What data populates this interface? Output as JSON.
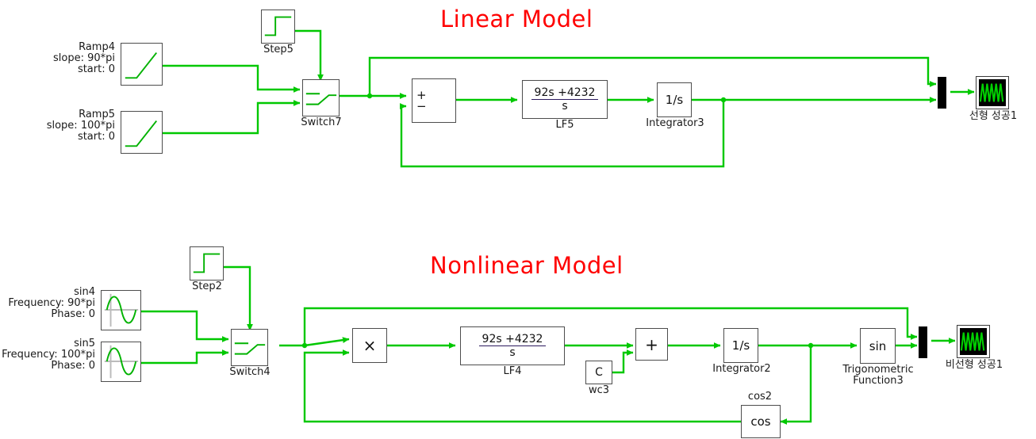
{
  "titles": {
    "linear": "Linear Model",
    "nonlinear": "Nonlinear Model",
    "color": "#ff0000"
  },
  "colors": {
    "signal_line": "#00c800",
    "block_border": "#4d4d4d",
    "scope_screen": "#000000",
    "scope_trace": "#00d000",
    "title_red": "#ff0000",
    "tf_bar": "#2b1a5e"
  },
  "linear_model": {
    "sources": [
      {
        "name": "Ramp4",
        "param1": "slope: 90*pi",
        "param2": "start: 0",
        "icon": "ramp-icon"
      },
      {
        "name": "Ramp5",
        "param1": "slope: 100*pi",
        "param2": "start: 0",
        "icon": "ramp-icon"
      }
    ],
    "step": {
      "name": "Step5",
      "icon": "step-icon"
    },
    "switch": {
      "name": "Switch7",
      "icon": "switch-icon"
    },
    "sum": {
      "name": "sum-block",
      "signs": [
        "+",
        "−"
      ]
    },
    "transfer_function": {
      "name": "LF5",
      "numerator": "92s +4232",
      "denominator": "s"
    },
    "integrator": {
      "name": "Integrator3",
      "expression": "1/s"
    },
    "mux": {
      "name": "mux-block"
    },
    "scope": {
      "name": "선형 성공1"
    }
  },
  "nonlinear_model": {
    "sources": [
      {
        "name": "sin4",
        "param1": "Frequency: 90*pi",
        "param2": "Phase: 0",
        "icon": "sine-icon"
      },
      {
        "name": "sin5",
        "param1": "Frequency: 100*pi",
        "param2": "Phase: 0",
        "icon": "sine-icon"
      }
    ],
    "step": {
      "name": "Step2",
      "icon": "step-icon"
    },
    "switch": {
      "name": "Switch4",
      "icon": "switch-icon"
    },
    "product": {
      "name": "product-block",
      "symbol": "×"
    },
    "transfer_function": {
      "name": "LF4",
      "numerator": "92s +4232",
      "denominator": "s"
    },
    "constant": {
      "name": "wc3",
      "symbol": "C"
    },
    "sum": {
      "name": "sum-block",
      "symbol": "+"
    },
    "integrator": {
      "name": "Integrator2",
      "expression": "1/s"
    },
    "trig": {
      "name_line1": "Trigonometric",
      "name_line2": "Function3",
      "expression": "sin"
    },
    "cos": {
      "name": "cos2",
      "expression": "cos"
    },
    "mux": {
      "name": "mux-block"
    },
    "scope": {
      "name": "비선형 성공1"
    }
  }
}
